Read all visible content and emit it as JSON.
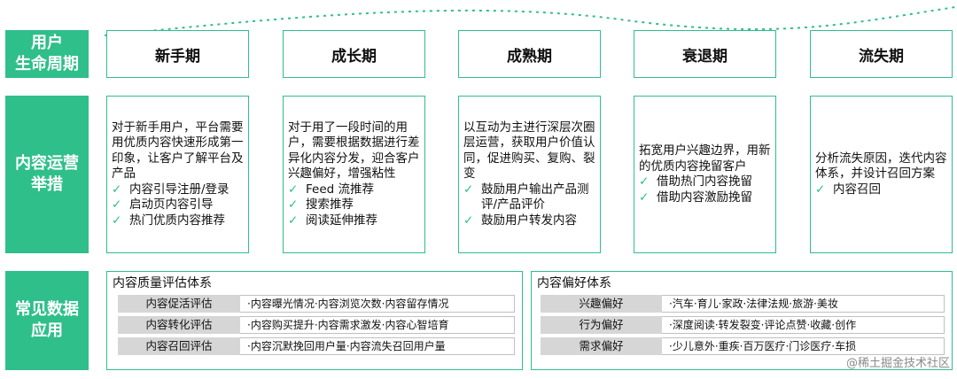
{
  "row_labels": {
    "lifecycle": [
      "用户",
      "生命周期"
    ],
    "operations": [
      "内容运营",
      "举措"
    ],
    "data_apps": [
      "常见数据",
      "应用"
    ]
  },
  "stages": [
    "新手期",
    "成长期",
    "成熟期",
    "衰退期",
    "流失期"
  ],
  "cards": [
    {
      "text": "对于新手用户，平台需要用优质内容快速形成第一印象，让客户了解平台及产品",
      "bullets": [
        "内容引导注册/登录",
        "启动页内容引导",
        "热门优质内容推荐"
      ]
    },
    {
      "text": "对于用了一段时间的用户，需要根据数据进行差异化内容分发，迎合客户兴趣偏好，增强粘性",
      "bullets": [
        "Feed 流推荐",
        "搜索推荐",
        "阅读延伸推荐"
      ]
    },
    {
      "text": "以互动为主进行深层次圈层运营，获取用户价值认同，促进购买、复购、裂变",
      "bullets": [
        "鼓励用户输出产品测评/产品评价",
        "鼓励用户转发内容"
      ]
    },
    {
      "text": "拓宽用户兴趣边界，用新的优质内容挽留客户",
      "bullets": [
        "借助热门内容挽留",
        "借助内容激励挽留"
      ]
    },
    {
      "text": "分析流失原因，迭代内容体系，并设计召回方案",
      "bullets": [
        "内容召回"
      ]
    }
  ],
  "check_symbol": "✓",
  "quality_system": {
    "title": "内容质量评估体系",
    "rows": [
      {
        "key": "内容促活评估",
        "value": "·内容曝光情况·内容浏览次数·内容留存情况"
      },
      {
        "key": "内容转化评估",
        "value": "·内容购买提升·内容需求激发·内容心智培育"
      },
      {
        "key": "内容召回评估",
        "value": "·内容沉默挽回用户量·内容流失召回用户量"
      }
    ]
  },
  "preference_system": {
    "title": "内容偏好体系",
    "rows": [
      {
        "key": "兴趣偏好",
        "value": "·汽车·育儿·家政·法律法规·旅游·美妆"
      },
      {
        "key": "行为偏好",
        "value": "·深度阅读·转发裂变·评论点赞·收藏·创作"
      },
      {
        "key": "需求偏好",
        "value": "·少儿意外·重疾·百万医疗·门诊医疗·车损"
      }
    ]
  },
  "watermark": "@稀土掘金技术社区",
  "colors": {
    "accent": "#2fbf8a",
    "key_bg": "#d6d6d6"
  }
}
